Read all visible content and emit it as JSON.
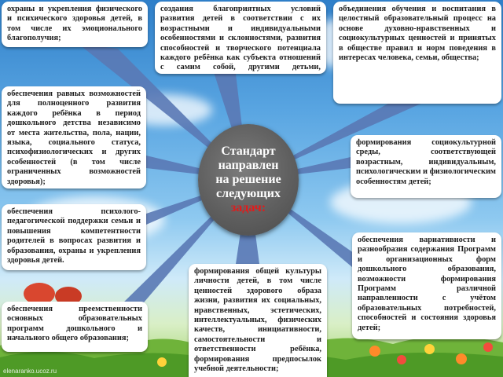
{
  "center": {
    "line1": "Стандарт",
    "line2": "направлен",
    "line3": "на решение",
    "line4": "следующих",
    "highlight": "задач:"
  },
  "boxes": {
    "top_left": "охраны и укрепления физического и психического здоровья детей, в том числе их эмоционального благополучия;",
    "top_center": "создания благоприятных условий развития детей в соответствии с их возрастными и индивидуальными особенностями и склонностями, развития способностей и творческого потенциала каждого ребёнка как субъекта отношений с самим собой, другими детьми, взрослыми и миром;",
    "top_right": "объединения обучения и воспитания в целостный образовательный процесс на основе духовно-нравственных и социокультурных ценностей и принятых в обществе правил и норм поведения в интересах человека, семьи, общества;",
    "mid_left_1": "обеспечения равных возможностей для полноценного развития каждого ребёнка в период дошкольного детства независимо от места жительства, пола, нации, языка, социального статуса, психофизиологических и других особенностей (в том числе ограниченных возможностей здоровья);",
    "mid_right_1": "формирования социокультурной среды, соответствующей возрастным, индивидуальным, психологическим и физиологическим особенностям детей;",
    "mid_left_2": "обеспечения психолого-педагогической поддержки семьи и повышения компетентности родителей в вопросах развития и образования, охраны и укрепления здоровья детей.",
    "bottom_right": "обеспечения вариативности и разнообразия содержания Программ и организационных форм дошкольного образования, возможности формирования Программ различной направленности с учётом образовательных потребностей, способностей и состояния здоровья детей;",
    "bottom_center": "формирования общей культуры личности детей, в том числе ценностей здорового образа жизни, развития их социальных, нравственных, эстетических, интеллектуальных, физических качеств, инициативности, самостоятельности и ответственности ребёнка, формирования предпосылок учебной деятельности;",
    "bottom_left": "обеспечения преемственности основных образовательных программ дошкольного и начального общего образования;"
  },
  "watermark": "elenaranko.ucoz.ru",
  "colors": {
    "connector": "#5a79b5",
    "center_fill": "#5f5f5f",
    "highlight": "#e11b1b",
    "box_fill": "#ffffff"
  }
}
